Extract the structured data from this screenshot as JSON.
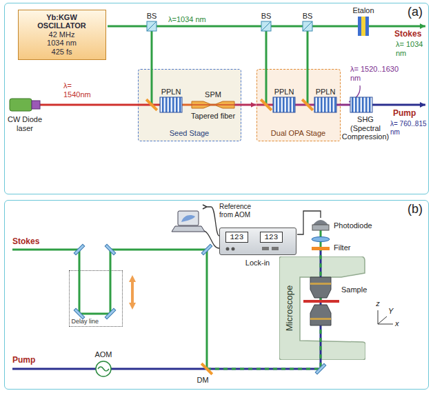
{
  "diagram": {
    "nodes": [
      {
        "text": [
          "(a)"
        ]
      },
      {
        "text": [
          "Yb:KGW OSCILLATOR",
          "42 MHz",
          "1034 nm",
          "425 fs"
        ],
        "in": 0
      },
      {
        "text": [
          "Seed Stage"
        ],
        "in": 0
      },
      {
        "text": [
          "Dual OPA Stage"
        ],
        "in": 0
      },
      {
        "text": [
          "(b)"
        ]
      },
      {
        "text": [
          "123",
          "123",
          "Lock-in"
        ],
        "in": 4
      },
      {
        "text": [
          "Delay line"
        ],
        "in": 4
      },
      {
        "text": [
          "Microscope"
        ],
        "in": 4
      }
    ],
    "edges": [
      {
        "from": 2,
        "to": 3,
        "arrow": "to"
      }
    ],
    "labels": [
      "BS",
      "λ=1034 nm",
      "BS",
      "BS",
      "Etalon",
      "Stokes",
      "λ= 1034 nm",
      "λ= 1540nm",
      "CW Diode laser",
      "PPLN",
      "SPM",
      "Tapered fiber",
      "PPLN",
      "PPLN",
      "λ= 1520..1630 nm",
      "SHG (Spectral Compression)",
      "Pump",
      "λ= 760..815 nm",
      "Reference from AOM",
      "Photodiode",
      "Filter",
      "Sample",
      "z",
      "Y",
      "x",
      "Stokes",
      "AOM",
      "Pump",
      "DM"
    ]
  }
}
